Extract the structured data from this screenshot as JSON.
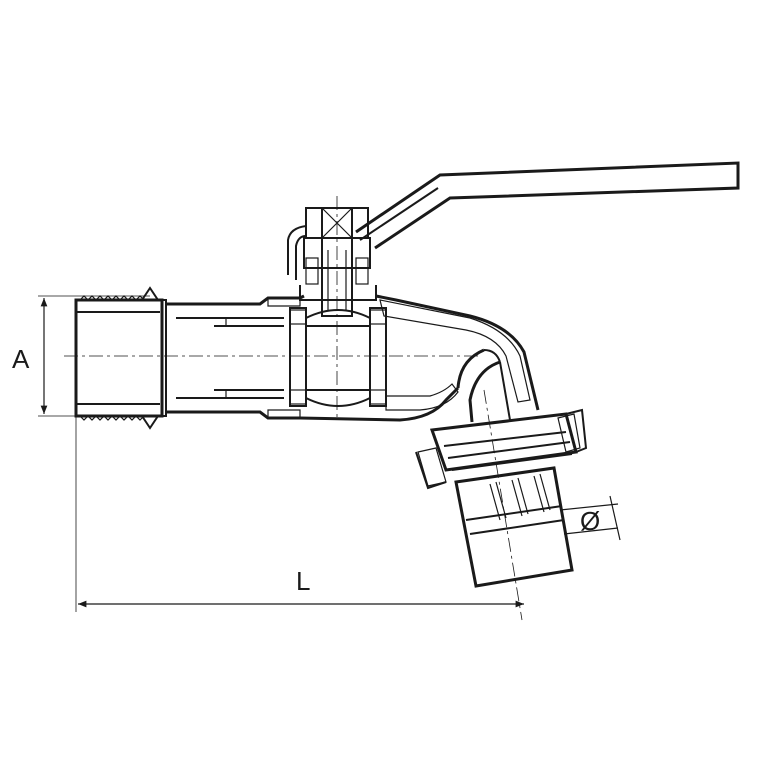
{
  "labels": {
    "dimension_a": "A",
    "dimension_l": "L",
    "dimension_diameter": "Ø"
  },
  "colors": {
    "line": "#1a1a1a",
    "background": "#ffffff"
  }
}
